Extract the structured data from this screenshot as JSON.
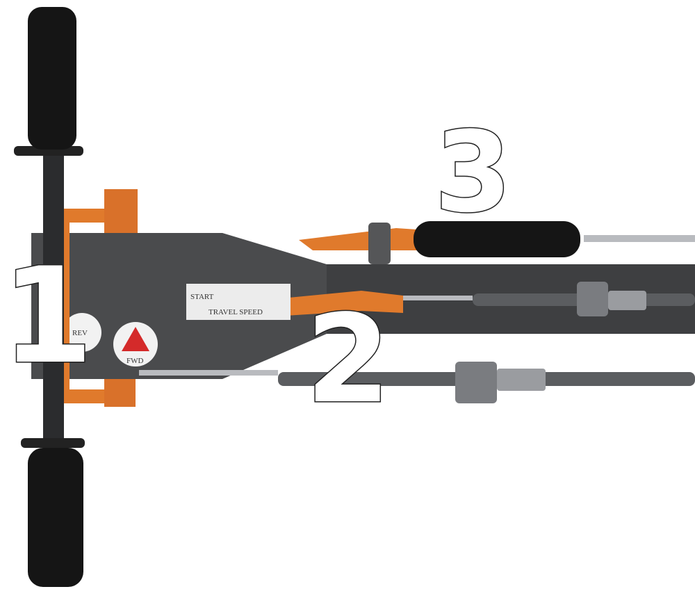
{
  "photo": {
    "callouts": [
      "1",
      "2",
      "3"
    ],
    "labels": {
      "travel_speed": "TRAVEL SPEED",
      "start": "START",
      "fwd": "FWD",
      "rev": "REV"
    },
    "colors": {
      "background": "#ffffff",
      "frame_gray": "#4a4b4d",
      "handle_orange": "#e07a2c",
      "grip_black": "#151515",
      "cable_gray": "#6a6c70",
      "fwd_arrow_red": "#d42a2a"
    }
  }
}
